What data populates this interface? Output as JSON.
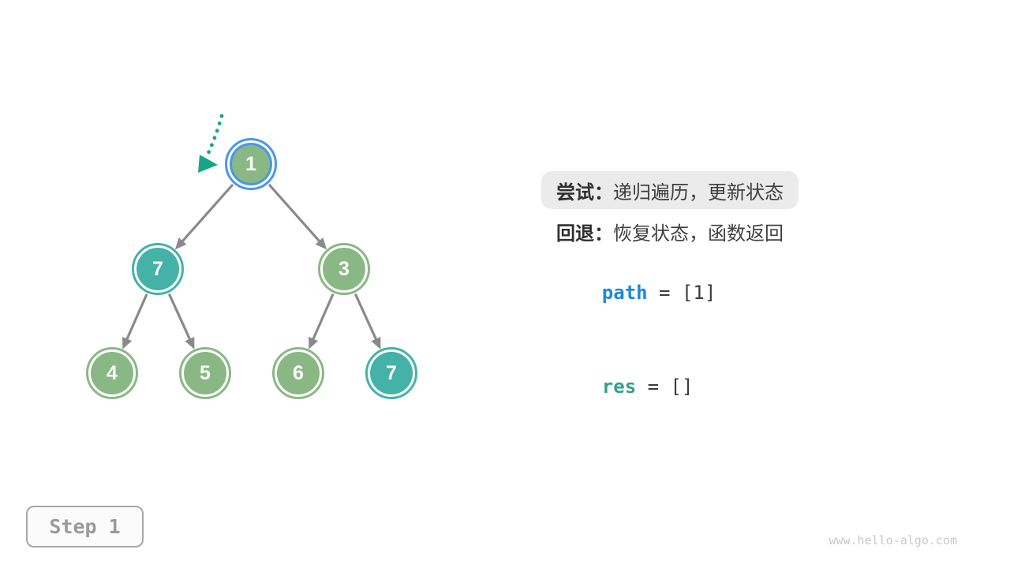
{
  "figure": {
    "type": "binary-tree-backtracking-step",
    "colors": {
      "node_green": "#8ab885",
      "node_teal": "#45b2a8",
      "current_ring_blue": "#4a97ea",
      "edge_gray": "#8a8a8a",
      "pointer_arrow_teal": "#17a589",
      "pill_background": "#ebebeb",
      "path_var_blue": "#1e88d8",
      "res_var_teal": "#359e90",
      "step_text_gray": "#9a9a9a",
      "watermark_gray": "#c9c9c9"
    }
  },
  "tree": {
    "nodes": [
      {
        "value": "1",
        "color": "green",
        "current": true
      },
      {
        "value": "7",
        "color": "teal",
        "current": false
      },
      {
        "value": "3",
        "color": "green",
        "current": false
      },
      {
        "value": "4",
        "color": "green",
        "current": false
      },
      {
        "value": "5",
        "color": "green",
        "current": false
      },
      {
        "value": "6",
        "color": "green",
        "current": false
      },
      {
        "value": "7",
        "color": "teal",
        "current": false
      }
    ],
    "edges": [
      {
        "from": "1",
        "to": "7"
      },
      {
        "from": "1",
        "to": "3"
      },
      {
        "from": "7",
        "to": "4"
      },
      {
        "from": "7",
        "to": "5"
      },
      {
        "from": "3",
        "to": "6"
      },
      {
        "from": "3",
        "to": "7"
      }
    ]
  },
  "panel": {
    "try_label": "尝试：",
    "try_text": "递归遍历，更新状态",
    "back_label": "回退：",
    "back_text": "恢复状态，函数返回",
    "path_var": "path",
    "path_rest": " = [1]",
    "res_var": "res",
    "res_rest": " = []"
  },
  "footer": {
    "step_label": "Step 1",
    "watermark": "www.hello-algo.com"
  }
}
